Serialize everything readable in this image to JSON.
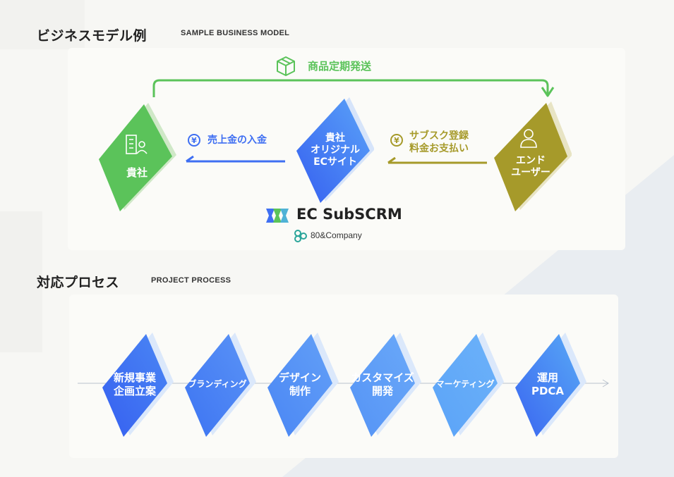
{
  "business_model": {
    "heading": "ビジネスモデル例",
    "subheading": "SAMPLE BUSINESS MODEL",
    "delivery_label": "商品定期発送",
    "company_label": "貴社",
    "ec_site_label": [
      "貴社",
      "オリジナル",
      "ECサイト"
    ],
    "end_user_label": [
      "エンド",
      "ユーザー"
    ],
    "sales_label": "売上金の入金",
    "subscription_label": [
      "サブスク登録",
      "料金お支払い"
    ],
    "yen_symbol": "¥",
    "logo_text": "EC SubSCRM",
    "company_logo_text": "80&Company",
    "colors": {
      "green": "#5bc35a",
      "blue": "#3f6ff2",
      "olive": "#a69a2a",
      "delivery_green": "#5bc35a"
    }
  },
  "project_process": {
    "heading": "対応プロセス",
    "subheading": "PROJECT PROCESS",
    "steps": [
      {
        "lines": [
          "新規事業",
          "企画立案"
        ]
      },
      {
        "lines": [
          "ブランディング"
        ]
      },
      {
        "lines": [
          "デザイン",
          "制作"
        ]
      },
      {
        "lines": [
          "カスタマイズ",
          "開発"
        ]
      },
      {
        "lines": [
          "マーケティング"
        ]
      },
      {
        "lines": [
          "運用",
          "PDCA"
        ]
      }
    ]
  }
}
